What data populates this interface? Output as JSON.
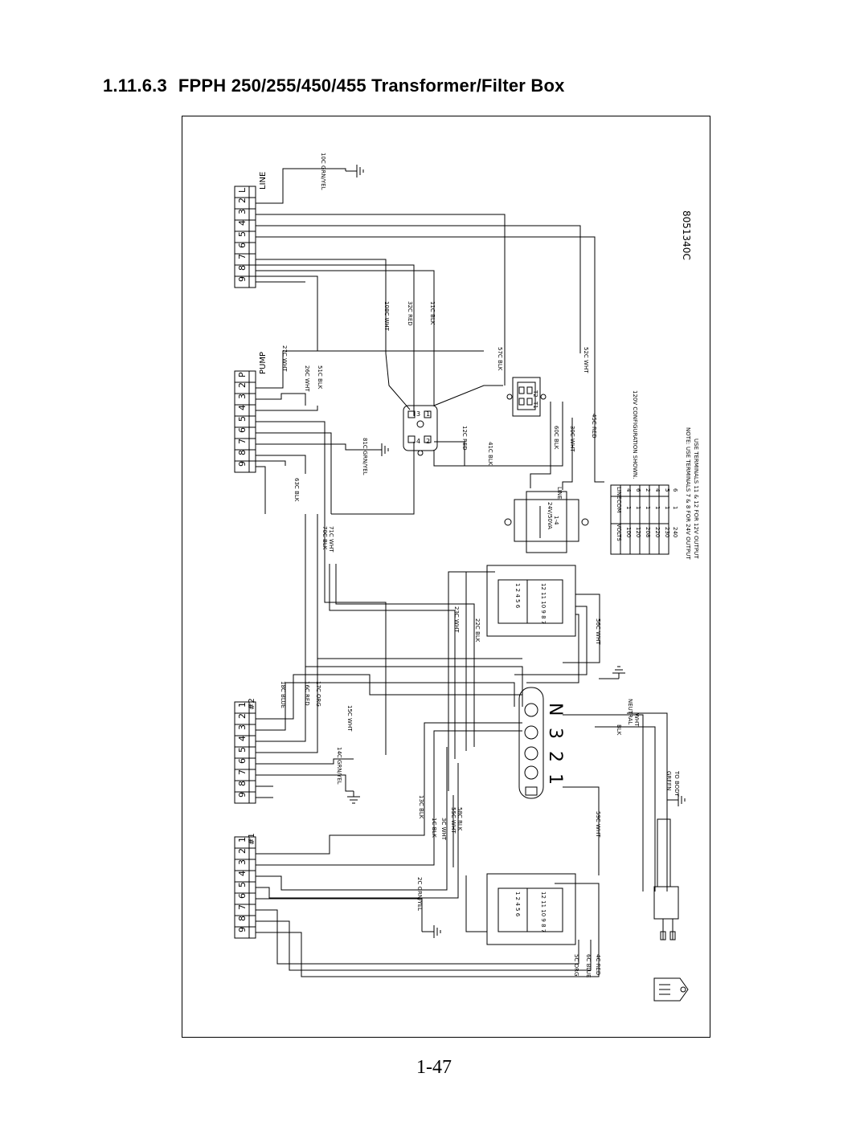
{
  "heading": {
    "number": "1.11.6.3",
    "title": "FPPH 250/255/450/455 Transformer/Filter Box"
  },
  "diagram": {
    "drawing_number": "8051340C",
    "terminal_groups": [
      {
        "id": "line",
        "mark": "L",
        "label": "LINE"
      },
      {
        "id": "pump",
        "mark": "P",
        "label": "PUMP"
      },
      {
        "id": "two",
        "mark": "#2",
        "label": ""
      },
      {
        "id": "one",
        "mark": "#1",
        "label": ""
      }
    ],
    "terminal_numbers": [
      "9",
      "8",
      "7",
      "6",
      "5",
      "4",
      "3",
      "2",
      "1"
    ],
    "wires": {
      "w10c": "10C GRN/YEL",
      "w108c": "108C WHT",
      "w32c": "32C RED",
      "w11c": "11C BLK",
      "w27c": "27C WHT",
      "w26c": "26C WHT",
      "w51c": "51C BLK",
      "w57c": "57C BLK",
      "w52c": "52C WHT",
      "w63c": "63C BLK",
      "w81c": "81C GRN/YEL",
      "w12c": "12C RED",
      "w41c": "41C BLK",
      "w60c": "60C BLK",
      "w30c": "30C WHT",
      "w45c": "45C RED",
      "w70c": "70C BLK",
      "w71c": "71C WHT",
      "w18c": "18C BLUE",
      "w16c": "16C RED",
      "w17c": "17C ORG",
      "w15c": "15C WHT",
      "w14c": "14C GRN/YEL",
      "w23c": "23C WHT",
      "w22c": "22C BLK",
      "w56c": "56C WHT",
      "w13c": "13C BLK",
      "w1c": "1C BLK",
      "w3c": "3C WHT",
      "w55c": "55C WHT",
      "w58c": "58C BLK",
      "w59c": "59C WHT",
      "w2c": "2C GRN/YEL",
      "w5c": "5C ORG",
      "w6c": "6C BLUE",
      "w4c": "4C RED"
    },
    "transformer": {
      "rating": "24V/50VA",
      "pins": "1-4",
      "line": "LINE"
    },
    "relay_pins": [
      "3",
      "1",
      "4",
      "2"
    ],
    "switch_pins": [
      "T1",
      "T2"
    ],
    "terminal_block": [
      "1",
      "2",
      "3",
      "N"
    ],
    "plug_labels": {
      "blk": "BLK",
      "neutral": "NEUTRAL",
      "wht": "WHT",
      "green": "GREEN",
      "to_body": "TO BODY"
    },
    "table": {
      "headers": [
        "VOLTS",
        "COM",
        "LINE"
      ],
      "rows": [
        [
          "100",
          "1",
          "4"
        ],
        [
          "120",
          "1",
          "6"
        ],
        [
          "208",
          "1",
          "2"
        ],
        [
          "220",
          "1",
          "4"
        ],
        [
          "230",
          "1",
          "5"
        ],
        [
          "240",
          "1",
          "6"
        ]
      ]
    },
    "config_note": "120V CONFIGURATION SHOWN.",
    "note_1": "NOTE: USE TERMINALS 7 & 8 FOR 24V OUTPUT",
    "note_2": "USE TERMINALS 11 & 12 FOR 12V OUTPUT",
    "filter_pins_a": "1 2 4 5 6",
    "filter_pins_b": "12 11 10 9 8 7"
  },
  "page_number": "1-47"
}
